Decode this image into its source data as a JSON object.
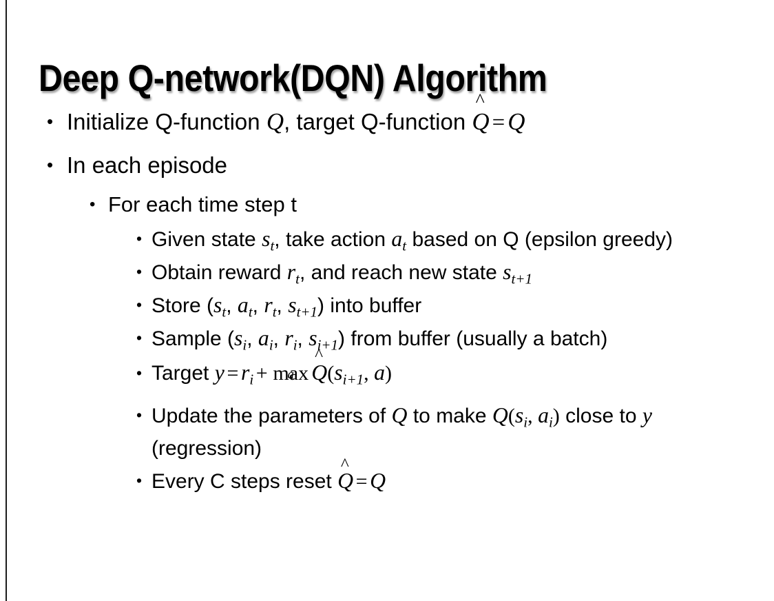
{
  "slide": {
    "title": "Deep Q-network(DQN) Algorithm",
    "background_color": "#ffffff",
    "text_color": "#000000",
    "accent_rule_color": "#1a1a1a",
    "bullet_glyph": "•"
  },
  "content": {
    "b1": {
      "level": 1,
      "prefix": "Initialize Q-function ",
      "var_q1": "Q",
      "mid": ", target Q-function ",
      "qhat": "Q",
      "hat": "̂",
      "eq": "=",
      "var_q2": "Q"
    },
    "b2": {
      "level": 1,
      "text": "In each episode"
    },
    "b3": {
      "level": 2,
      "text": "For each time step t"
    },
    "b4": {
      "level": 3,
      "p1": "Given state ",
      "s": "s",
      "s_sub": "t",
      "p2": ", take action ",
      "a": "a",
      "a_sub": "t",
      "p3": " based on Q (epsilon greedy)"
    },
    "b5": {
      "level": 3,
      "p1": "Obtain reward ",
      "r": "r",
      "r_sub": "t",
      "p2": ", and reach new state ",
      "s": "s",
      "s_sub": "t+1"
    },
    "b6": {
      "level": 3,
      "p1": "Store (",
      "s1": "s",
      "s1_sub": "t",
      "c1": ", ",
      "a1": "a",
      "a1_sub": "t",
      "c2": ", ",
      "r1": "r",
      "r1_sub": "t",
      "c3": ", ",
      "s2": "s",
      "s2_sub": "t+1",
      "p2": ") into buffer"
    },
    "b7": {
      "level": 3,
      "p1": "Sample (",
      "s1": "s",
      "s1_sub": "i",
      "c1": ", ",
      "a1": "a",
      "a1_sub": "i",
      "c2": ", ",
      "r1": "r",
      "r1_sub": "i",
      "c3": ", ",
      "s2": "s",
      "s2_sub": "i+1",
      "p2": ") from buffer (usually a batch)"
    },
    "b8": {
      "level": 3,
      "p1": "Target ",
      "y": "y",
      "eq": "=",
      "r": "r",
      "r_sub": "i",
      "plus": "+",
      "max": "max",
      "max_sub": "a",
      "qhat": "Q",
      "hat": "̂",
      "open": "(",
      "s": "s",
      "s_sub": "i+1",
      "comma": ", ",
      "a": "a",
      "close": ")"
    },
    "b9": {
      "level": 3,
      "p1": "Update the parameters of ",
      "q1": "Q",
      "p2": " to make ",
      "q2": "Q",
      "open": "(",
      "s": "s",
      "s_sub": "i",
      "comma": ", ",
      "a": "a",
      "a_sub": "i",
      "close": ")",
      "p3": " close to ",
      "y": "y",
      "p4": " (regression)"
    },
    "b10": {
      "level": 3,
      "p1": "Every C steps reset ",
      "qhat": "Q",
      "hat": "̂",
      "eq": "=",
      "q": "Q"
    }
  }
}
